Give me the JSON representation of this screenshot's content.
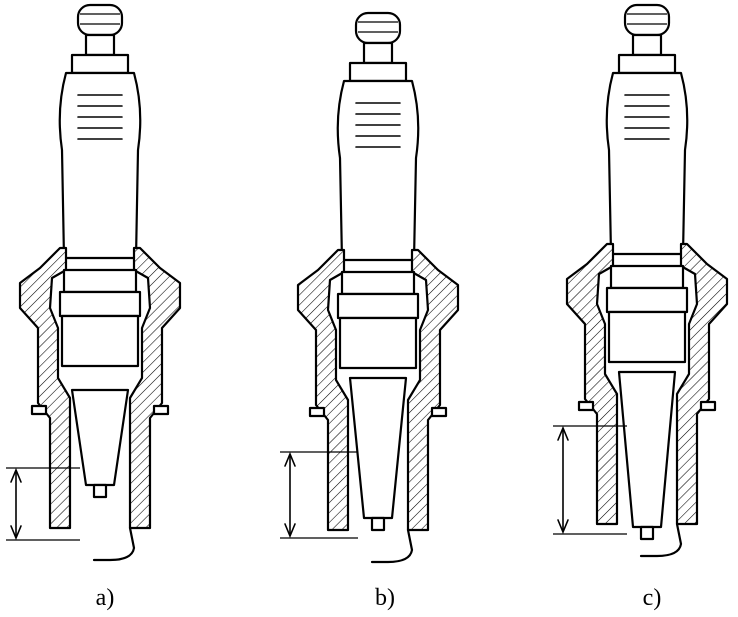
{
  "figure": {
    "labels": [
      "a)",
      "b)",
      "c)"
    ],
    "plugs": [
      {
        "label": "a)",
        "insulator_nose": "short"
      },
      {
        "label": "b)",
        "insulator_nose": "medium"
      },
      {
        "label": "c)",
        "insulator_nose": "long"
      }
    ]
  }
}
